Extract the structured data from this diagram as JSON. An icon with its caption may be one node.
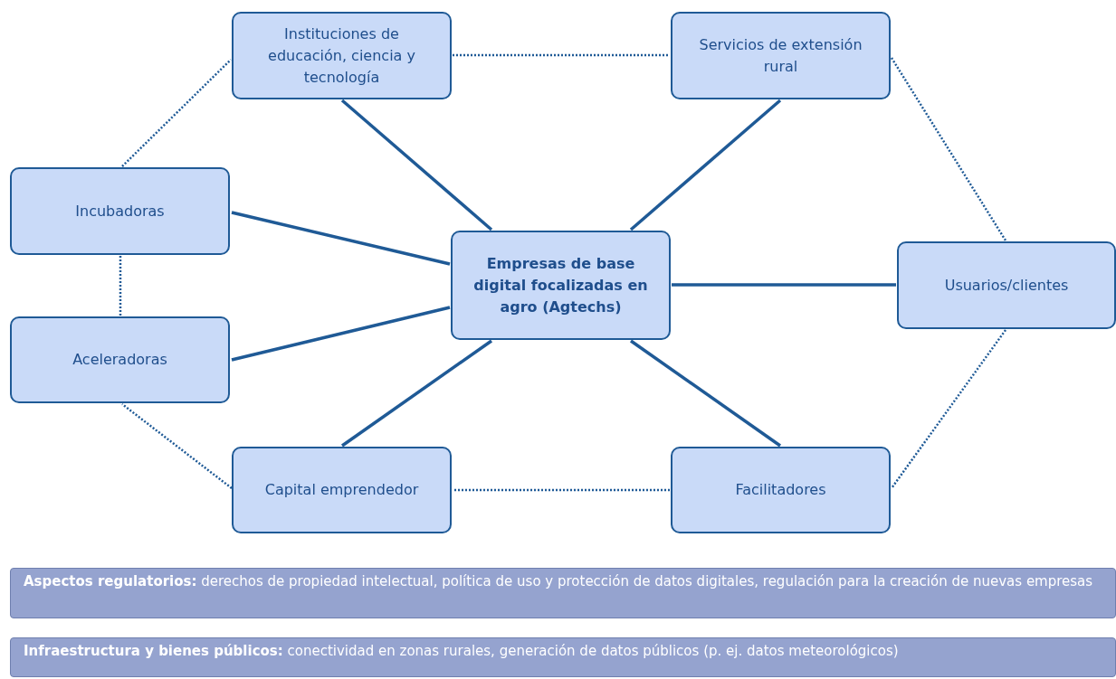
{
  "diagram": {
    "nodes": [
      {
        "text": [
          "Instituciones de educación, ciencia y tecnología"
        ]
      },
      {
        "text": [
          "Servicios de extensión rural"
        ]
      },
      {
        "text": [
          "Incubadoras"
        ]
      },
      {
        "text": [
          "Empresas de base digital focalizadas en agro (Agtechs)"
        ]
      },
      {
        "text": [
          "Usuarios/clientes"
        ]
      },
      {
        "text": [
          "Aceleradoras"
        ]
      },
      {
        "text": [
          "Capital emprendedor"
        ]
      },
      {
        "text": [
          "Facilitadores"
        ]
      },
      {
        "text": [
          "**Aspectos regulatorios:** derechos de propiedad intelectual, política de uso y protección de datos digitales, regulación para la creación de nuevas empresas"
        ]
      },
      {
        "text": [
          "**Infraestructura y bienes públicos:** conectividad en zonas rurales, generación de datos públicos (p. ej. datos meteorológicos)"
        ]
      }
    ],
    "edges": [
      {
        "from": 3,
        "to": 0,
        "arrow": "none"
      },
      {
        "from": 3,
        "to": 1,
        "arrow": "none"
      },
      {
        "from": 3,
        "to": 2,
        "arrow": "none"
      },
      {
        "from": 3,
        "to": 4,
        "arrow": "none"
      },
      {
        "from": 3,
        "to": 5,
        "arrow": "none"
      },
      {
        "from": 3,
        "to": 6,
        "arrow": "none"
      },
      {
        "from": 3,
        "to": 7,
        "arrow": "none"
      },
      {
        "from": 0,
        "to": 1,
        "arrow": "none",
        "style": "dashed"
      },
      {
        "from": 1,
        "to": 4,
        "arrow": "none",
        "style": "dashed"
      },
      {
        "from": 4,
        "to": 7,
        "arrow": "none",
        "style": "dashed"
      },
      {
        "from": 7,
        "to": 6,
        "arrow": "none",
        "style": "dashed"
      },
      {
        "from": 6,
        "to": 5,
        "arrow": "none",
        "style": "dashed"
      },
      {
        "from": 5,
        "to": 2,
        "arrow": "none",
        "style": "dashed"
      },
      {
        "from": 2,
        "to": 0,
        "arrow": "none",
        "style": "dashed"
      }
    ]
  }
}
